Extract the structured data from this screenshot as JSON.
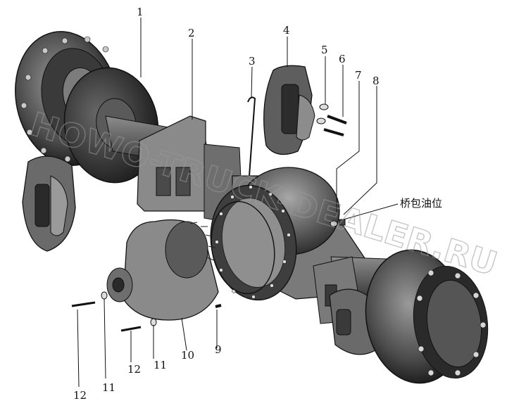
{
  "callouts": {
    "c1": "1",
    "c2": "2",
    "c3": "3",
    "c4": "4",
    "c5": "5",
    "c6": "6",
    "c7": "7",
    "c8": "8",
    "c9": "9",
    "c10": "10",
    "c11a": "11",
    "c11b": "11",
    "c12a": "12",
    "c12b": "12"
  },
  "annotation": "桥包油位",
  "watermark": "HOWO-TRUCK-DEALER.RU",
  "colors": {
    "ink": "#111111",
    "casting": "#6f6f6f",
    "dark": "#2a2a2a",
    "light": "#bdbdbd",
    "watermark": "#9a9a9a"
  }
}
